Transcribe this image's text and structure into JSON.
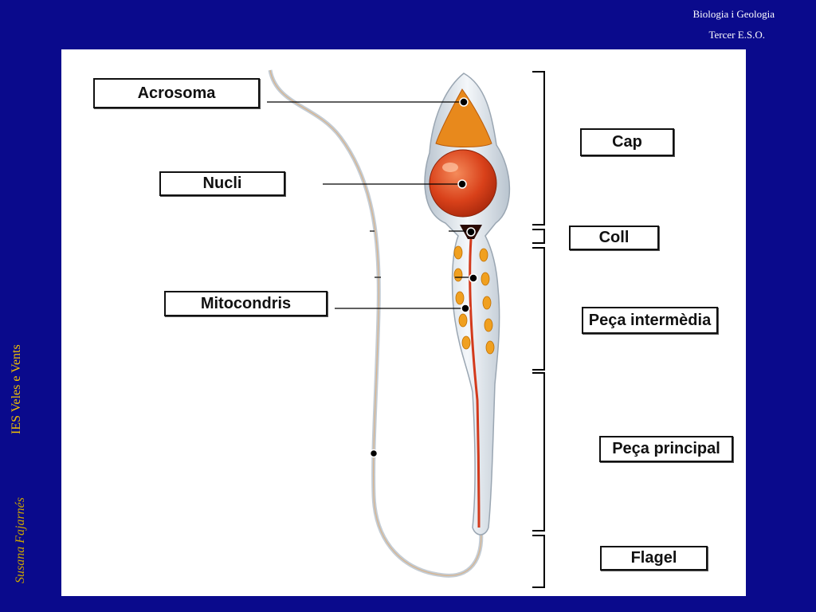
{
  "header": {
    "line1": "Biologia i Geologia",
    "line2": "Tercer E.S.O."
  },
  "sidebar": {
    "school": "IES Veles e Vents",
    "author": "Susana Fajarnés"
  },
  "diagram": {
    "labels": {
      "acrosoma": "Acrosoma",
      "nucli": "Nucli",
      "mitocondris": "Mitocondris",
      "cap": "Cap",
      "coll": "Coll",
      "peca_intermedia": "Peça intermèdia",
      "peca_principal": "Peça principal",
      "flagel": "Flagel"
    }
  },
  "colors": {
    "background": "#0a0a8c",
    "panel": "#ffffff",
    "nucleus": "#d9411a",
    "acrosome": "#e8891c",
    "mitochondria": "#f0a020",
    "tail_core": "#d33a1c",
    "membrane": "#cfd6dc"
  }
}
